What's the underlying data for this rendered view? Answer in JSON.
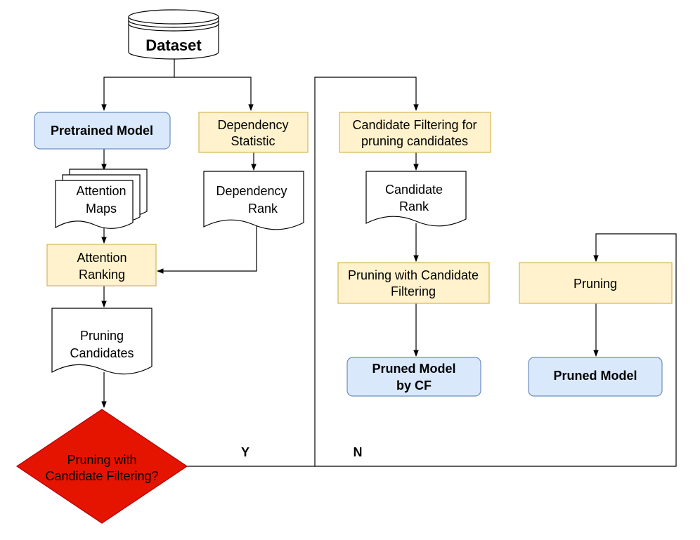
{
  "colors": {
    "blue_fill": "#dae8fc",
    "blue_stroke": "#6c8ebf",
    "yellow_fill": "#fff2cc",
    "yellow_stroke": "#d6b656",
    "decision_fill": "#e51400",
    "decision_stroke": "#b20000",
    "line": "#000000"
  },
  "nodes": {
    "dataset": "Dataset",
    "pretrained_model": "Pretrained Model",
    "attention_maps": [
      "Attention",
      "Maps"
    ],
    "attention_ranking": [
      "Attention",
      "Ranking"
    ],
    "pruning_candidates": [
      "Pruning",
      "Candidates"
    ],
    "decision": [
      "Pruning with",
      "Candidate Filtering?"
    ],
    "dependency_statistic": [
      "Dependency",
      "Statistic"
    ],
    "dependency_rank": [
      "Dependency",
      "Rank"
    ],
    "candidate_filtering": [
      "Candidate Filtering for",
      "pruning candidates"
    ],
    "candidate_rank": [
      "Candidate",
      "Rank"
    ],
    "pruning_with_cf": [
      "Pruning with Candidate",
      "Filtering"
    ],
    "pruned_model_cf": [
      "Pruned Model",
      "by CF"
    ],
    "pruning": "Pruning",
    "pruned_model": "Pruned Model"
  },
  "edges": {
    "yes_label": "Y",
    "no_label": "N"
  }
}
